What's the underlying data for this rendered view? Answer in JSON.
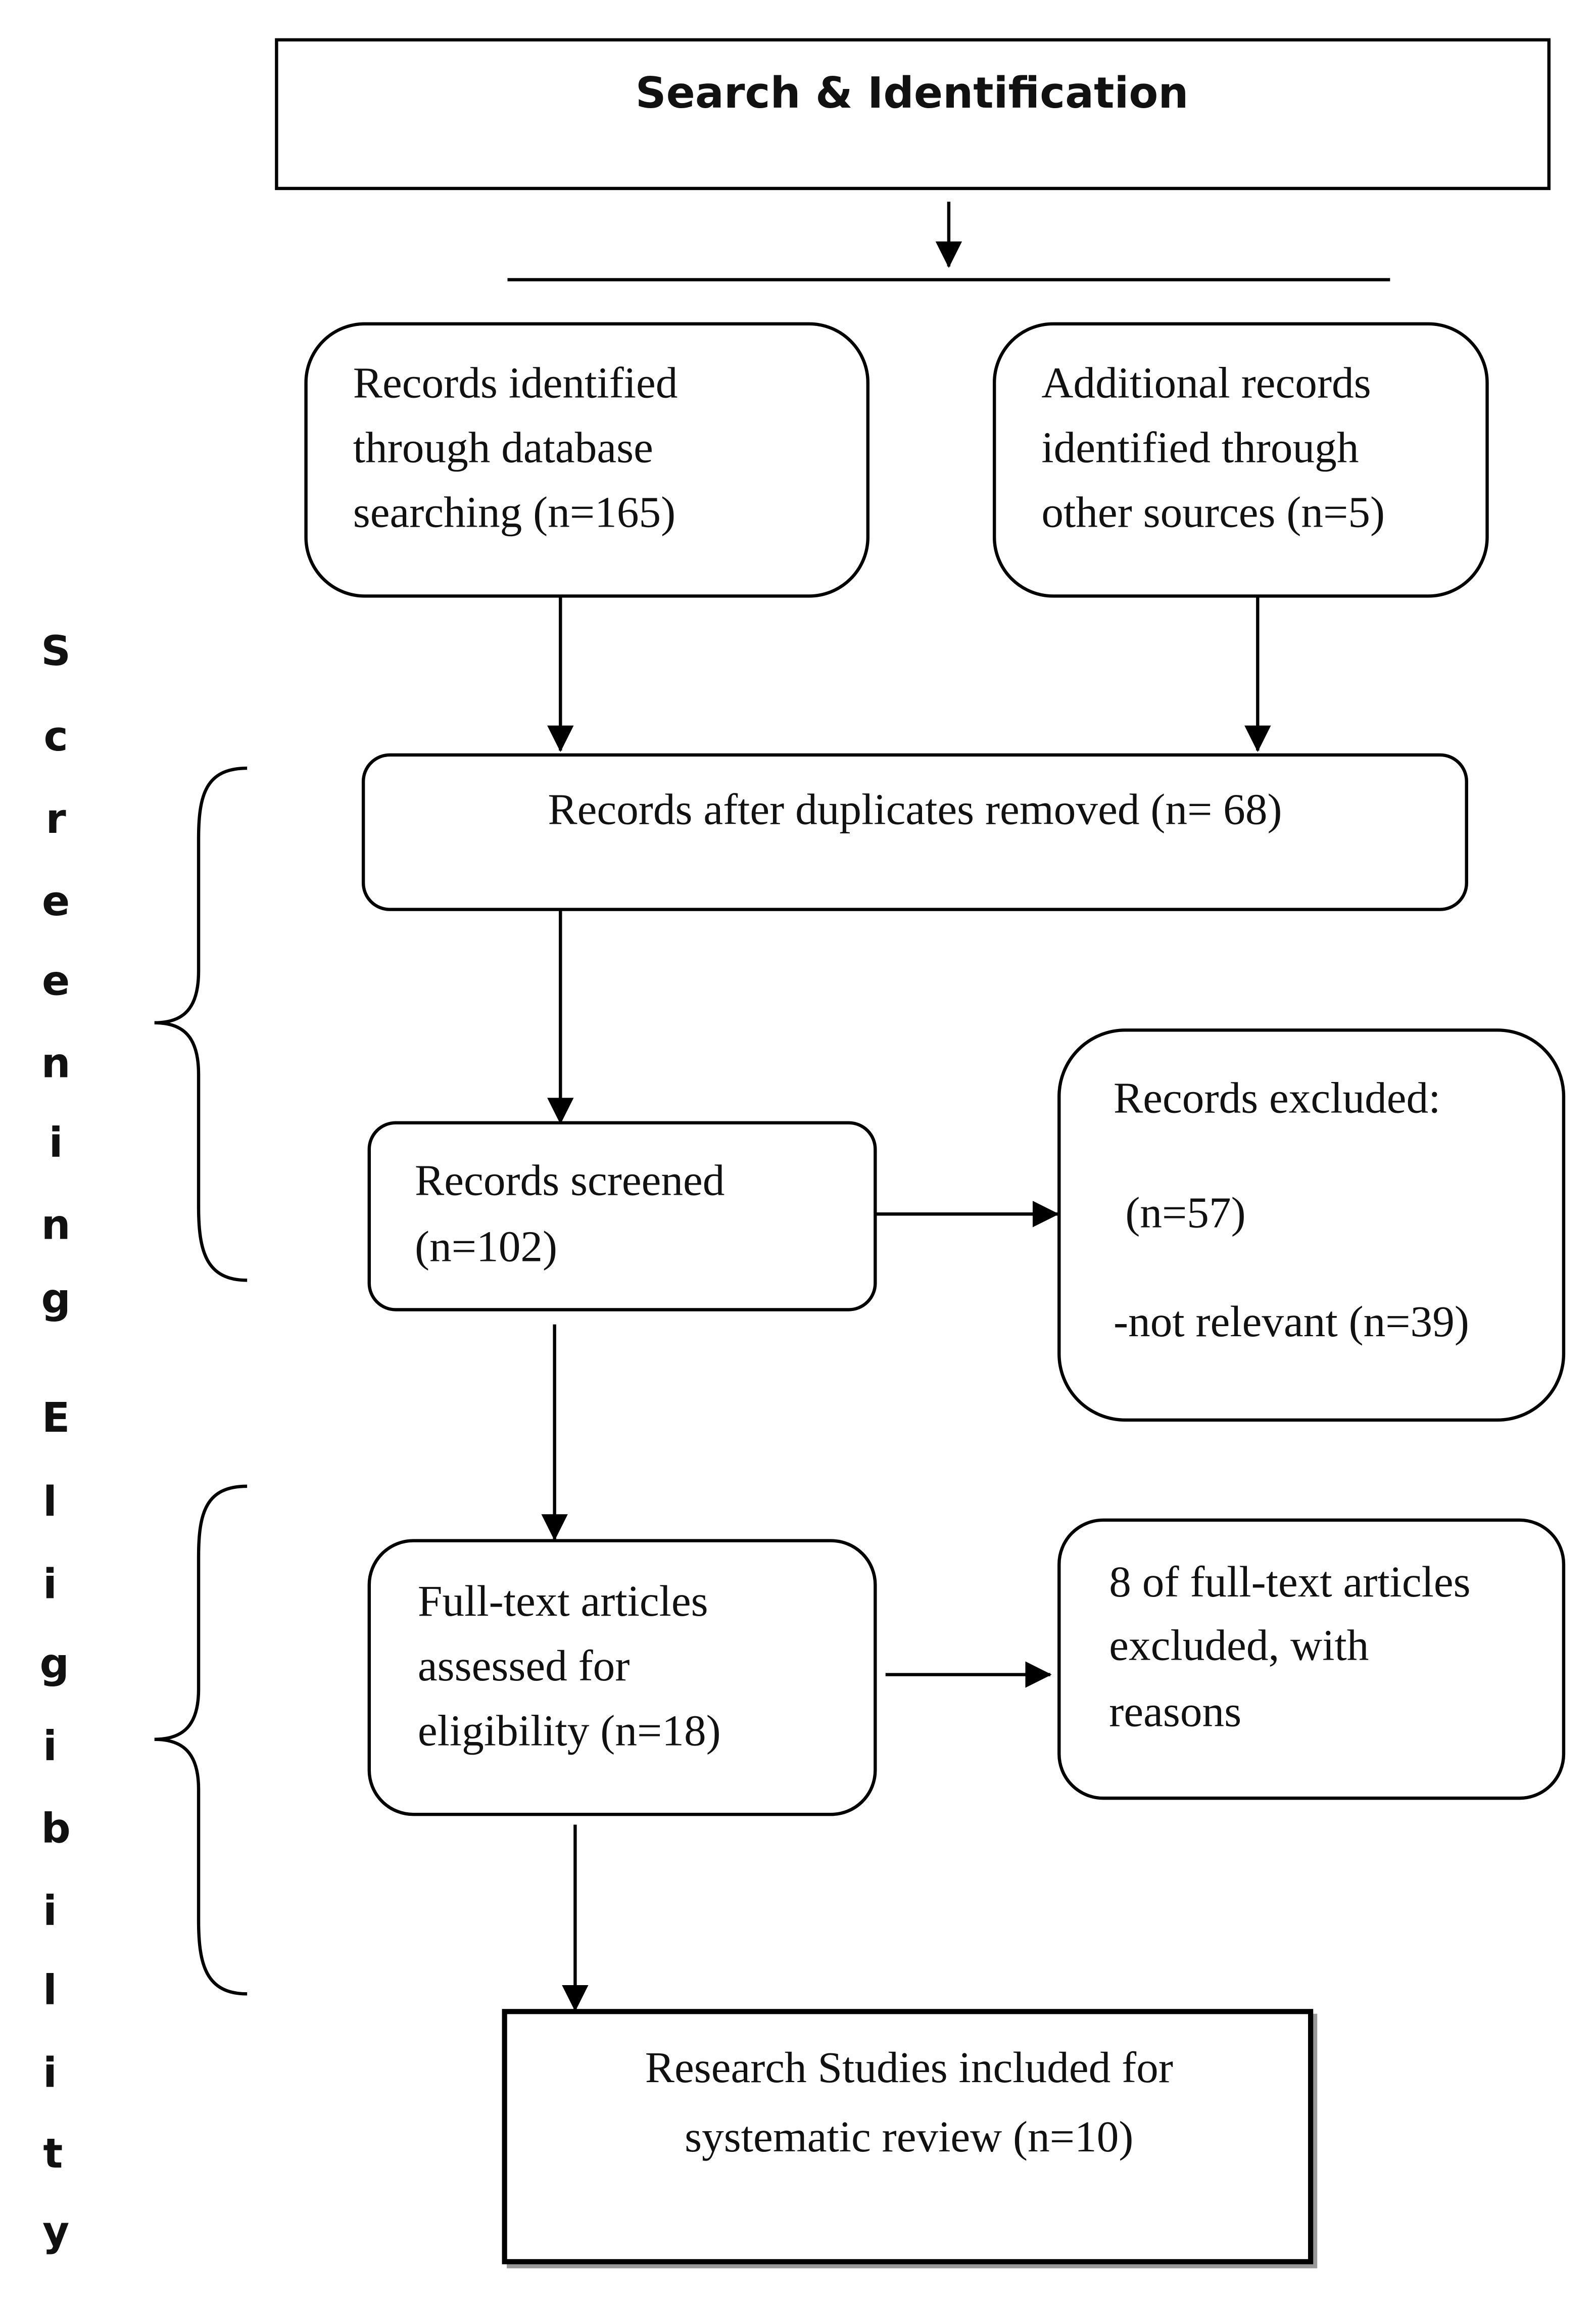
{
  "header": {
    "title": "Search & Identification"
  },
  "side_labels": {
    "screening": [
      "S",
      "c",
      "r",
      "e",
      "e",
      "n",
      "i",
      "n",
      "g"
    ],
    "eligibility": [
      "E",
      "l",
      "i",
      "g",
      "i",
      "b",
      "i",
      "l",
      "i",
      "t",
      "y"
    ]
  },
  "boxes": {
    "database": {
      "lines": [
        "Records identified",
        "through database",
        "searching (n=165)"
      ]
    },
    "other_sources": {
      "lines": [
        "Additional records",
        "identified through",
        "other sources (n=5)"
      ]
    },
    "duplicates_removed": {
      "lines": [
        "Records after duplicates removed (n= 68)"
      ]
    },
    "screened": {
      "lines": [
        "Records screened",
        "(n=102)"
      ]
    },
    "excluded": {
      "lines": [
        "Records excluded:",
        "(n=57)",
        "-not relevant (n=39)"
      ]
    },
    "full_text": {
      "lines": [
        "Full-text articles",
        "assessed for",
        "eligibility (n=18)"
      ]
    },
    "full_text_excluded": {
      "lines": [
        "8 of full-text articles",
        "excluded, with",
        "reasons"
      ]
    },
    "included": {
      "lines": [
        "Research Studies included for",
        "systematic review (n=10)"
      ]
    }
  }
}
